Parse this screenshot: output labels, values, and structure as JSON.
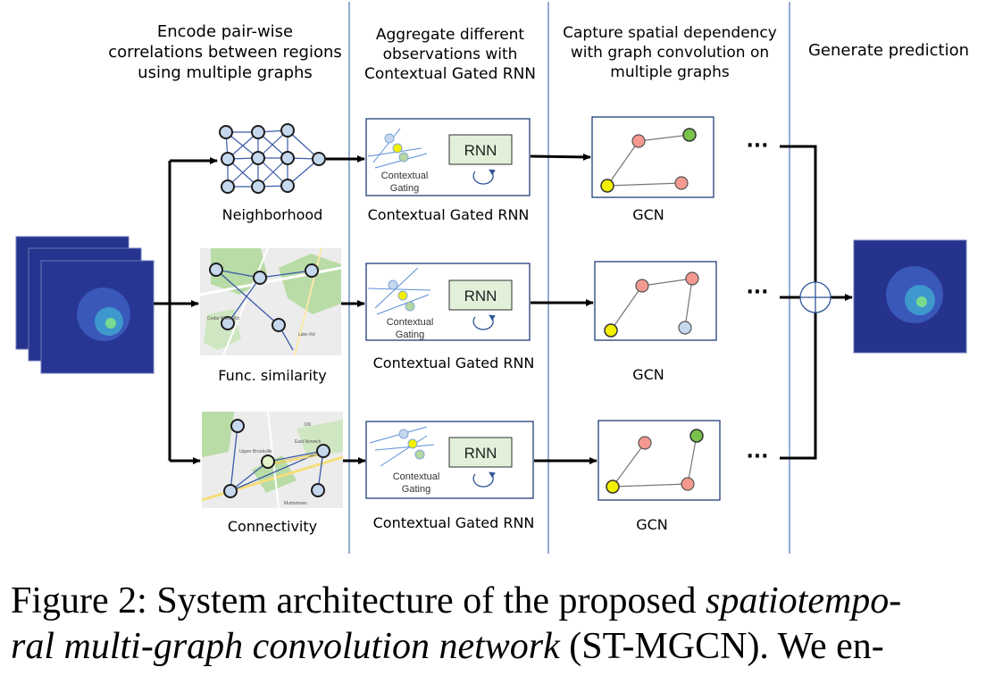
{
  "stage_headers": [
    [
      "Encode pair-wise",
      "correlations between regions",
      "using multiple graphs"
    ],
    [
      "Aggregate different",
      "observations with",
      "Contextual Gated RNN"
    ],
    [
      "Capture spatial dependency",
      "with graph convolution on",
      "multiple graphs"
    ],
    [
      "Generate prediction"
    ]
  ],
  "graph_labels": [
    "Neighborhood",
    "Func. similarity",
    "Connectivity"
  ],
  "rnn_block": {
    "rnn_label": "RNN",
    "gating_label_line1": "Contextual",
    "gating_label_line2": "Gating",
    "caption": "Contextual Gated RNN"
  },
  "gcn_label": "GCN",
  "ellipsis": "···",
  "map_text": {
    "func": [
      "Cedar Wood Rd",
      "Lake Rd"
    ],
    "conn": [
      "Upper Brookville",
      "East Norwich",
      "Muttontown",
      "106"
    ]
  },
  "figure_caption": {
    "label": "Figure 2:",
    "text1": "System architecture of the proposed",
    "italic1": "spatiotempo-",
    "italic2": "ral multi-graph convolution network",
    "text2": "(ST-MGCN). We en-"
  },
  "colors": {
    "node_blue": "#c6d8ee",
    "node_salmon": "#f4998f",
    "node_green": "#79c34a",
    "node_yellow": "#f2f000",
    "rnn_fill": "#e2f0d9",
    "divider": "#5a7fb8",
    "map_green": "#b9dca6",
    "map_bg": "#ececec",
    "heatmap_bg": "#26338c"
  }
}
